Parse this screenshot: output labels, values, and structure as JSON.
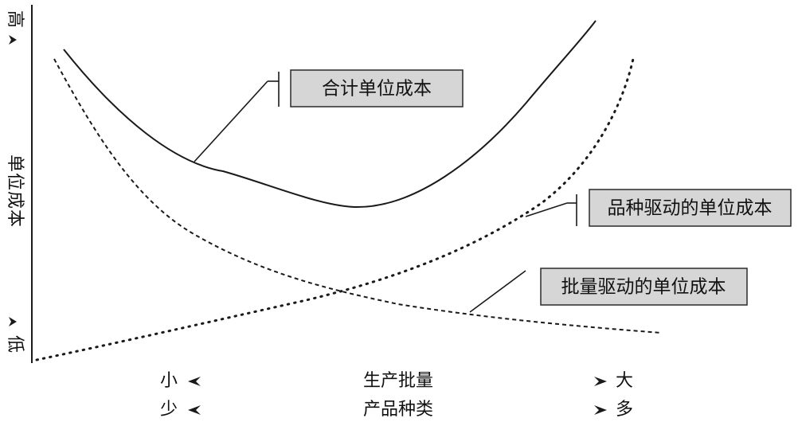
{
  "y_axis": {
    "label": "单位成本",
    "high": "高",
    "low": "低"
  },
  "x_axis": {
    "row1": {
      "left": "小",
      "center": "生产批量",
      "right": "大"
    },
    "row2": {
      "left": "少",
      "center": "产品种类",
      "right": "多"
    }
  },
  "curves": {
    "total": {
      "label": "合计单位成本",
      "style": "solid"
    },
    "variety": {
      "label": "品种驱动的单位成本",
      "style": "dotted"
    },
    "batch": {
      "label": "批量驱动的单位成本",
      "style": "dashed"
    }
  },
  "colors": {
    "line": "#1a1a1a",
    "label_box_fill": "#d6d6d6",
    "label_box_border": "#2a2a2a"
  }
}
